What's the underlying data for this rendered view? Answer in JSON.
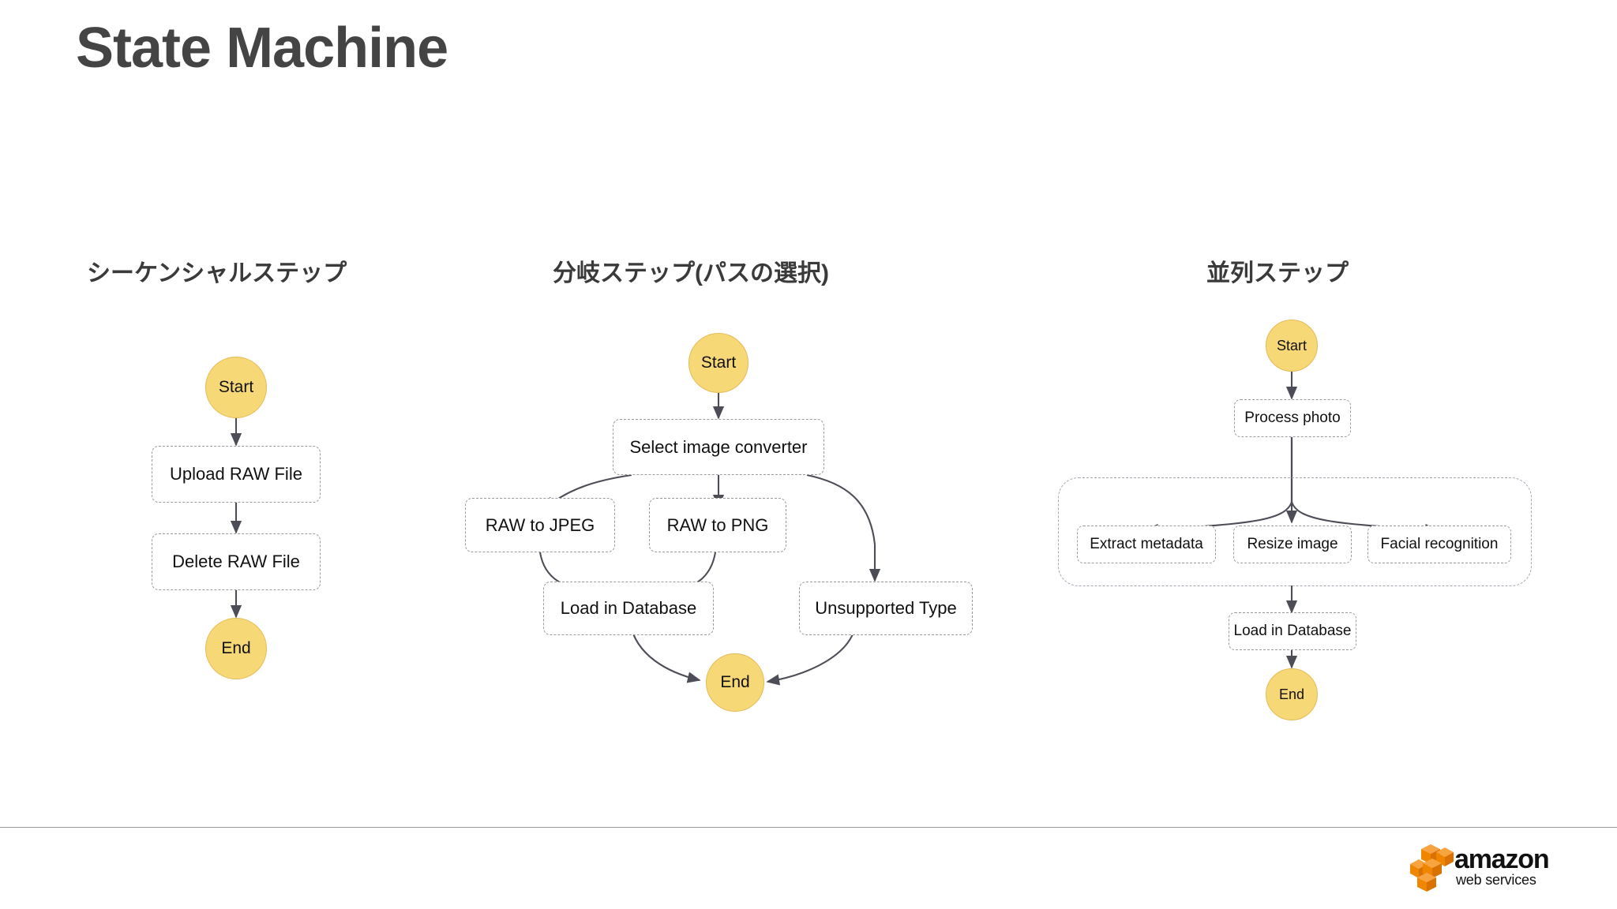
{
  "title": "State Machine",
  "sections": [
    {
      "heading": "シーケンシャルステップ"
    },
    {
      "heading": "分岐ステップ(パスの選択)"
    },
    {
      "heading": "並列ステップ"
    }
  ],
  "diagrams": {
    "sequential": {
      "heading": "シーケンシャルステップ",
      "nodes": [
        {
          "id": "seq-start",
          "label": "Start",
          "type": "terminal"
        },
        {
          "id": "seq-upload",
          "label": "Upload RAW File",
          "type": "task"
        },
        {
          "id": "seq-delete",
          "label": "Delete RAW File",
          "type": "task"
        },
        {
          "id": "seq-end",
          "label": "End",
          "type": "terminal"
        }
      ],
      "edges": [
        {
          "from": "seq-start",
          "to": "seq-upload"
        },
        {
          "from": "seq-upload",
          "to": "seq-delete"
        },
        {
          "from": "seq-delete",
          "to": "seq-end"
        }
      ]
    },
    "choice": {
      "heading": "分岐ステップ(パスの選択)",
      "nodes": [
        {
          "id": "ch-start",
          "label": "Start",
          "type": "terminal"
        },
        {
          "id": "ch-select",
          "label": "Select image converter",
          "type": "task"
        },
        {
          "id": "ch-jpeg",
          "label": "RAW to JPEG",
          "type": "task"
        },
        {
          "id": "ch-png",
          "label": "RAW to PNG",
          "type": "task"
        },
        {
          "id": "ch-unsup",
          "label": "Unsupported Type",
          "type": "task"
        },
        {
          "id": "ch-load",
          "label": "Load in Database",
          "type": "task"
        },
        {
          "id": "ch-end",
          "label": "End",
          "type": "terminal"
        }
      ],
      "edges": [
        {
          "from": "ch-start",
          "to": "ch-select"
        },
        {
          "from": "ch-select",
          "to": "ch-jpeg"
        },
        {
          "from": "ch-select",
          "to": "ch-png"
        },
        {
          "from": "ch-select",
          "to": "ch-unsup"
        },
        {
          "from": "ch-jpeg",
          "to": "ch-load"
        },
        {
          "from": "ch-png",
          "to": "ch-load"
        },
        {
          "from": "ch-load",
          "to": "ch-end"
        },
        {
          "from": "ch-unsup",
          "to": "ch-end"
        }
      ]
    },
    "parallel": {
      "heading": "並列ステップ",
      "group_label": "",
      "nodes": [
        {
          "id": "par-start",
          "label": "Start",
          "type": "terminal"
        },
        {
          "id": "par-process",
          "label": "Process photo",
          "type": "task"
        },
        {
          "id": "par-extract",
          "label": "Extract metadata",
          "type": "task"
        },
        {
          "id": "par-resize",
          "label": "Resize image",
          "type": "task"
        },
        {
          "id": "par-facial",
          "label": "Facial recognition",
          "type": "task"
        },
        {
          "id": "par-load",
          "label": "Load in Database",
          "type": "task"
        },
        {
          "id": "par-end",
          "label": "End",
          "type": "terminal"
        }
      ],
      "edges": [
        {
          "from": "par-start",
          "to": "par-process"
        },
        {
          "from": "par-process",
          "to": "par-extract"
        },
        {
          "from": "par-process",
          "to": "par-resize"
        },
        {
          "from": "par-process",
          "to": "par-facial"
        },
        {
          "from": "par-extract",
          "to": "par-load"
        },
        {
          "from": "par-resize",
          "to": "par-load"
        },
        {
          "from": "par-facial",
          "to": "par-load"
        },
        {
          "from": "par-load",
          "to": "par-end"
        }
      ]
    }
  },
  "footer": {
    "logo_word": "amazon",
    "logo_subword": "web services"
  },
  "colors": {
    "terminal_fill": "#F7D877",
    "terminal_stroke": "#E2BC55",
    "task_stroke": "#9a9a9a",
    "group_stroke": "#a9a3b4",
    "edge_stroke": "#4d4d57",
    "title_text": "#444444",
    "logo_orange": "#F08500"
  }
}
